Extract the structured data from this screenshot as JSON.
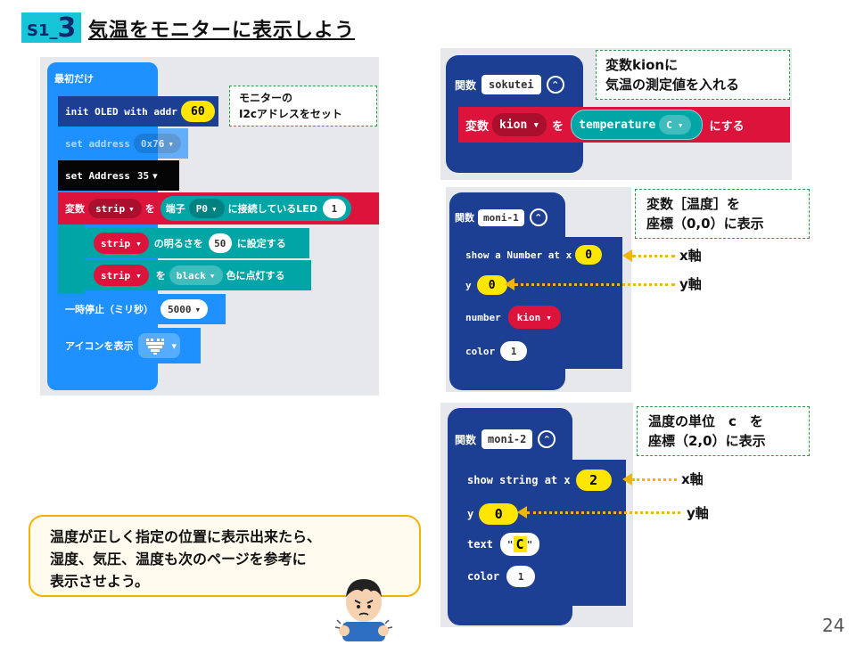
{
  "header": {
    "code_prefix": "S1_",
    "code_num": "3",
    "title": "気温をモニターに表示しよう"
  },
  "page_number": "24",
  "left": {
    "start_label": "最初だけ",
    "init_label": "init OLED with addr",
    "init_value": "60",
    "set_address_label": "set address",
    "set_address_value": "0x76",
    "set_Address_label": "set Address",
    "set_Address_value": "35",
    "var_label": "変数",
    "strip_name": "strip",
    "wo": "を",
    "port_label": "端子",
    "port_value": "P0",
    "connected_label": "に接続しているLED",
    "led_count": "1",
    "brightness_label": "の明るさを",
    "brightness_value": "50",
    "brightness_suffix": "に設定する",
    "color_value": "black",
    "color_suffix": "色に点灯する",
    "pause_label": "一時停止（ミリ秒）",
    "pause_value": "5000",
    "icon_label": "アイコンを表示"
  },
  "note_i2c": {
    "line1": "モニターの",
    "line2": "I2cアドレスをセット"
  },
  "sokutei": {
    "func_label": "関数",
    "func_name": "sokutei",
    "var_label": "変数",
    "var_name": "kion",
    "wo": "を",
    "temp_label": "temperature",
    "unit": "C",
    "suru": "にする"
  },
  "note_kion": {
    "line1": "変数kionに",
    "line2": "気温の測定値を入れる"
  },
  "moni1": {
    "func_label": "関数",
    "func_name": "moni-1",
    "show_label": "show a Number at x",
    "x_value": "0",
    "y_label": "y",
    "y_value": "0",
    "number_label": "number",
    "number_value": "kion",
    "color_label": "color",
    "color_value": "1"
  },
  "note_moni1": {
    "line1": "変数［温度］を",
    "line2": "座標（0,0）に表示"
  },
  "moni2": {
    "func_label": "関数",
    "func_name": "moni-2",
    "show_label": "show string at x",
    "x_value": "2",
    "y_label": "y",
    "y_value": "0",
    "text_label": "text",
    "quote_open": "\"",
    "text_value": "C",
    "quote_close": "\"",
    "color_label": "color",
    "color_value": "1"
  },
  "note_moni2": {
    "line1": "温度の単位　c　を",
    "line2": "座標（2,0）に表示"
  },
  "axes": {
    "x1": "x軸",
    "y1": "y軸",
    "x2": "x軸",
    "y2": "y軸"
  },
  "callout": {
    "line1": "温度が正しく指定の位置に表示出来たら、",
    "line2": "湿度、気圧、温度も次のページを参考に",
    "line3": "表示させよう。"
  },
  "colors": {
    "navy": "#1c3f94",
    "teal": "#00a6a6",
    "blue": "#1e90ff",
    "red": "#dc143c",
    "yellow": "#ffe600"
  }
}
